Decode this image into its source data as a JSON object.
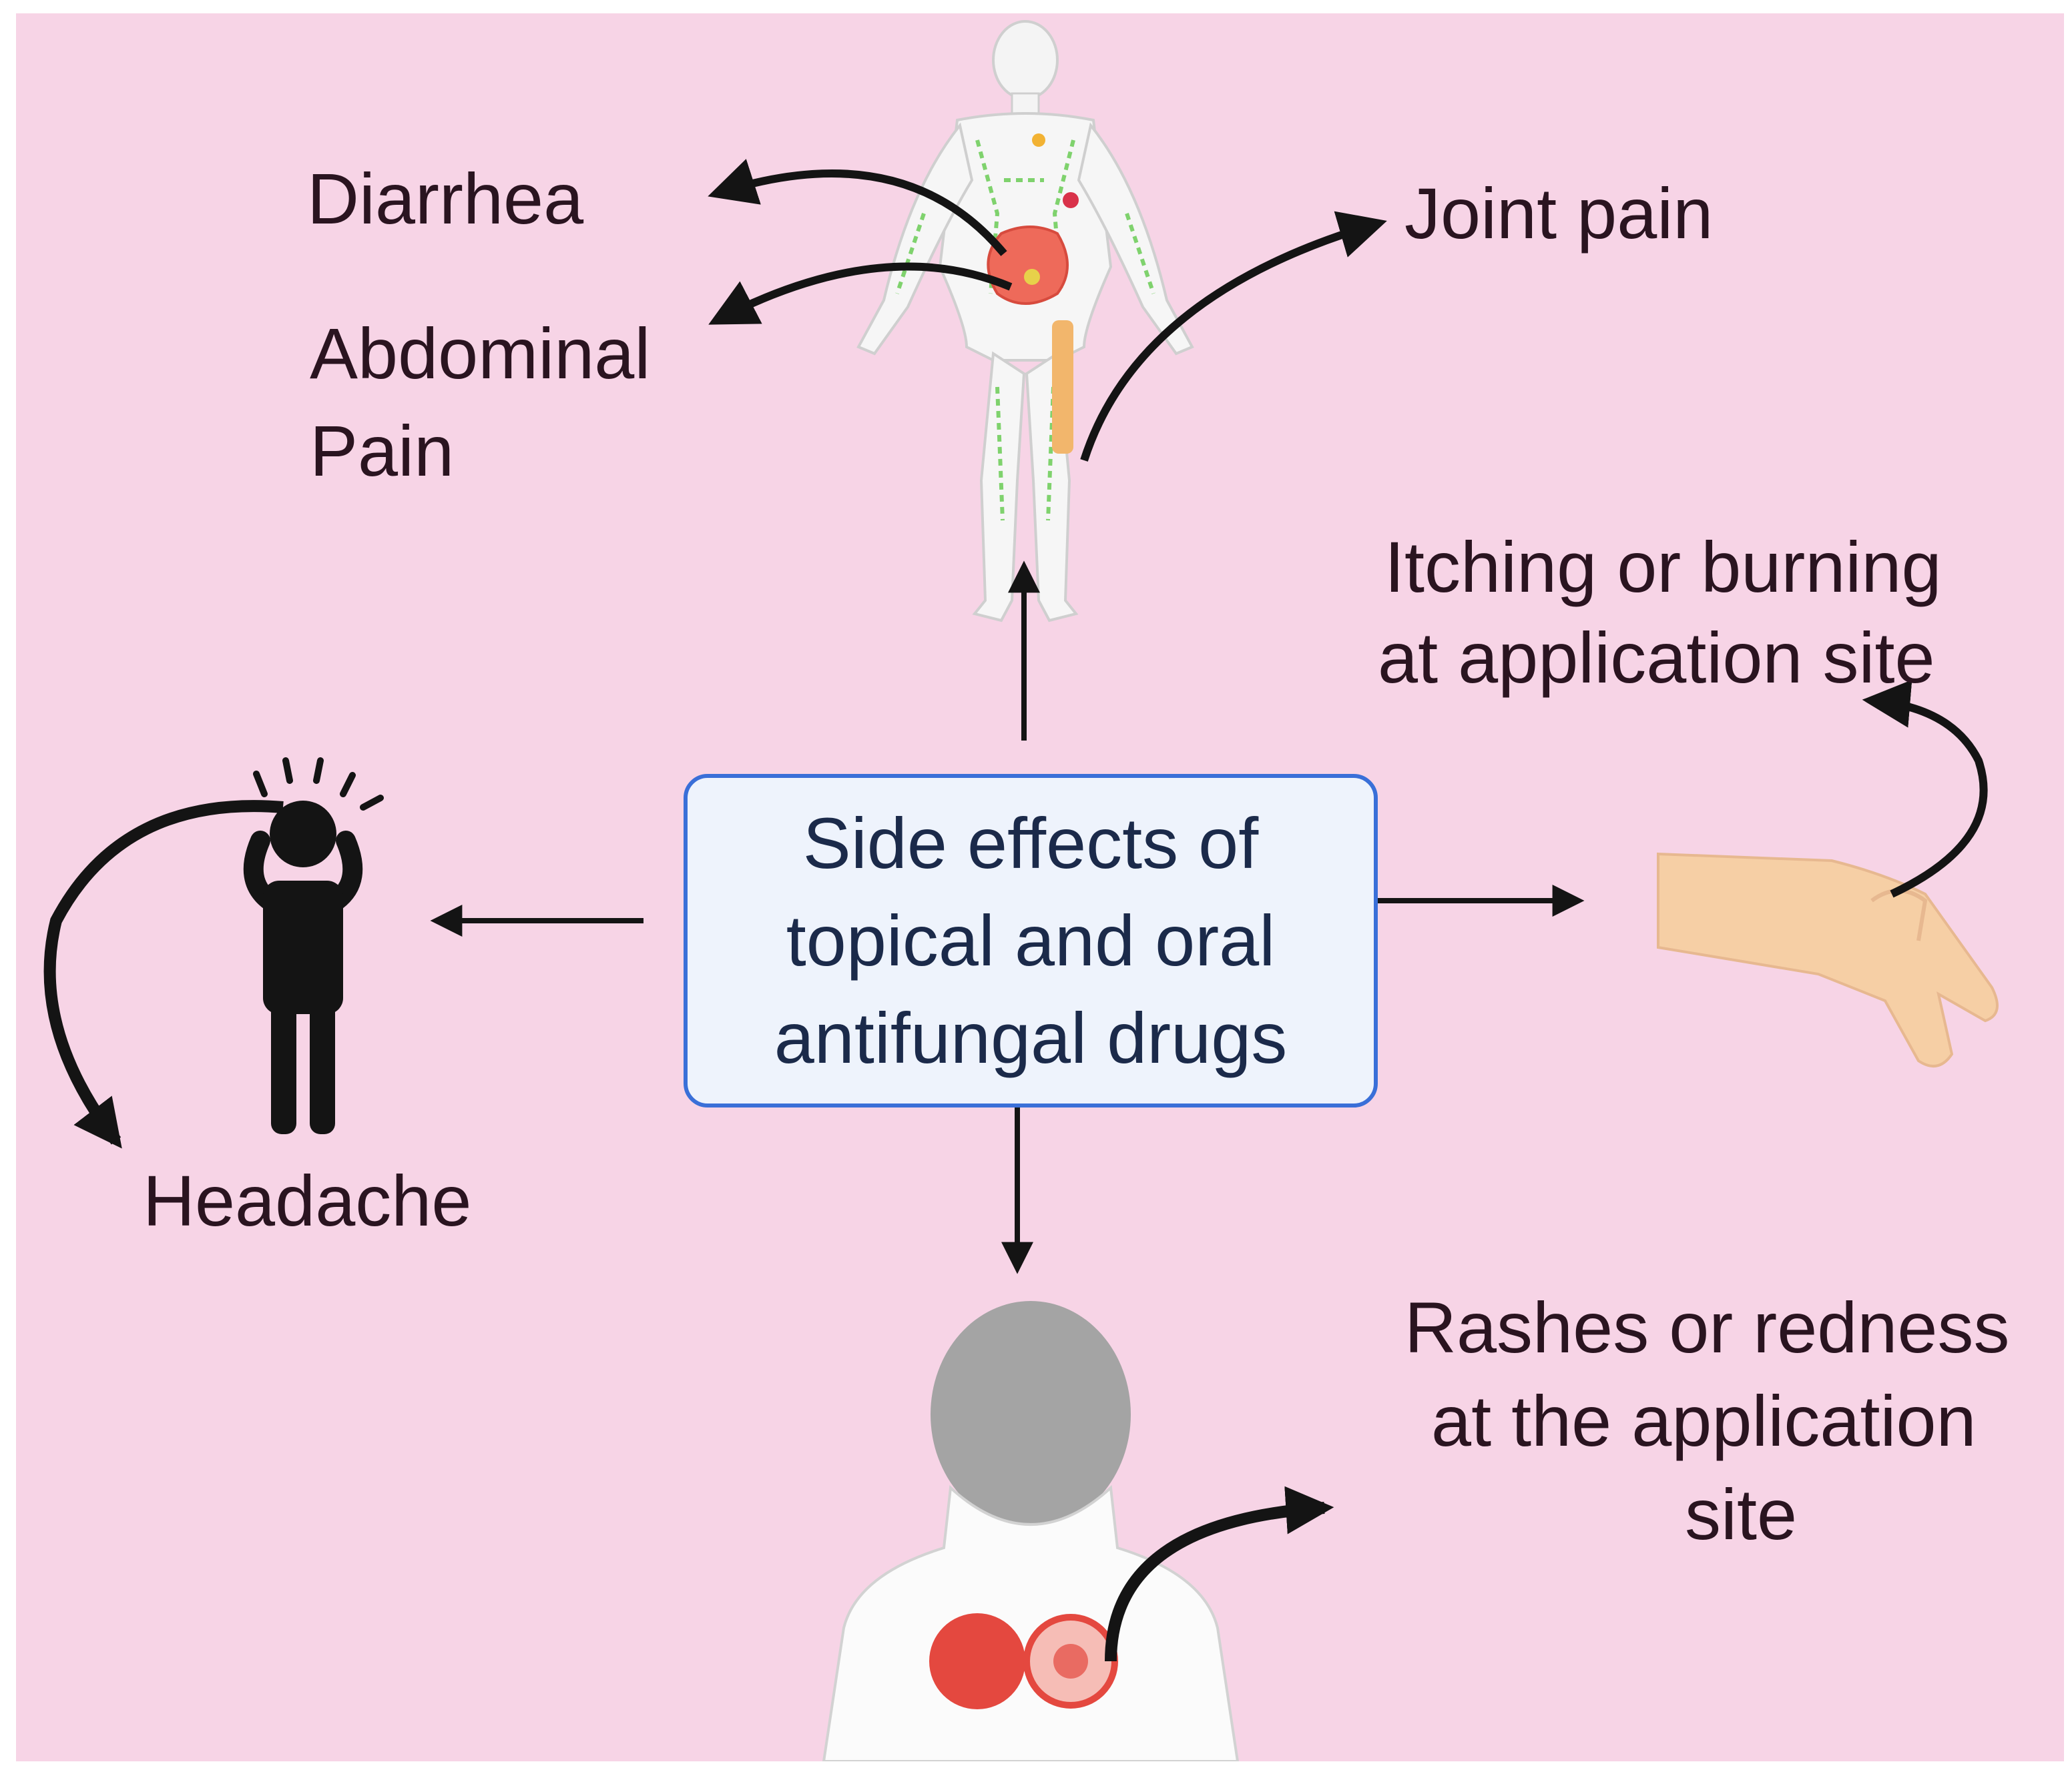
{
  "colors": {
    "background": "#f7d4e6",
    "center_fill": "#eef3fc",
    "center_border": "#3a6fd8",
    "center_text": "#1b2a4a",
    "label_text": "#2a1420",
    "arrow": "#141414",
    "arrow_stem": "#c9365c",
    "rash": "#e4483f",
    "skin": "#f6cfa5",
    "head_grey": "#a4a4a4",
    "lymph_green": "#7fd26d"
  },
  "center": {
    "line1": "Side effects of",
    "line2": "topical and oral",
    "line3": "antifungal drugs"
  },
  "effects": {
    "diarrhea": "Diarrhea",
    "abdominal_line1": "Abdominal",
    "abdominal_line2": "Pain",
    "joint_pain": "Joint pain",
    "itching_line1": "Itching or burning",
    "itching_line2": "at application site",
    "headache": "Headache",
    "rashes_line1": "Rashes or redness",
    "rashes_line2": "at the application",
    "rashes_line3": "site"
  },
  "icons": {
    "body": "human-body-icon",
    "headache": "headache-person-icon",
    "hand": "scratching-hand-icon",
    "back": "person-back-rash-icon"
  }
}
